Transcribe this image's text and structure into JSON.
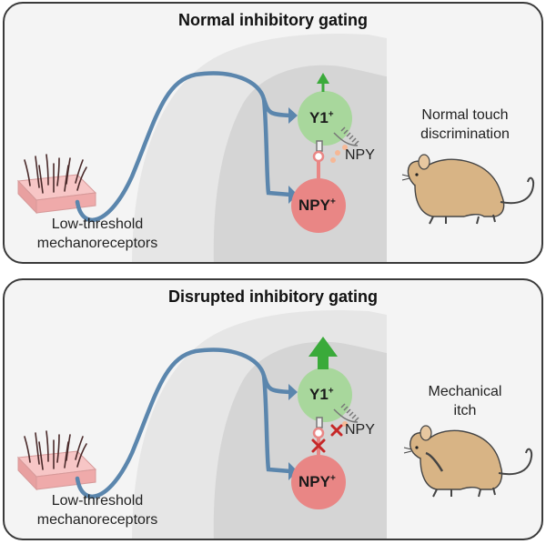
{
  "panels": [
    {
      "title": "Normal inhibitory gating",
      "receptor_label": "Low-threshold mechanoreceptors",
      "receptor_lines": [
        "Low-threshold",
        "mechanoreceptors"
      ],
      "y1_label": "Y1",
      "y1_sup": "+",
      "npy_cell_label": "NPY",
      "npy_cell_sup": "+",
      "npy_peptide_label": "NPY",
      "outcome_lines": [
        "Normal touch",
        "discrimination"
      ],
      "output_arrow": "small",
      "inhibition_blocked": false
    },
    {
      "title": "Disrupted inhibitory gating",
      "receptor_label": "Low-threshold mechanoreceptors",
      "receptor_lines": [
        "Low-threshold",
        "mechanoreceptors"
      ],
      "y1_label": "Y1",
      "y1_sup": "+",
      "npy_cell_label": "NPY",
      "npy_cell_sup": "+",
      "npy_peptide_label": "NPY",
      "outcome_lines": [
        "Mechanical",
        "itch"
      ],
      "output_arrow": "large",
      "inhibition_blocked": true
    }
  ],
  "colors": {
    "axon": "#5b86ad",
    "y1_cell": "#a8d79c",
    "npy_cell": "#e98685",
    "arrow": "#3aaa3a",
    "block_x": "#c62828",
    "spinal_cord": "#d7d7d7",
    "background": "#f4f4f4",
    "skin": "#f4b7b7",
    "mouse": "#d8b485"
  }
}
